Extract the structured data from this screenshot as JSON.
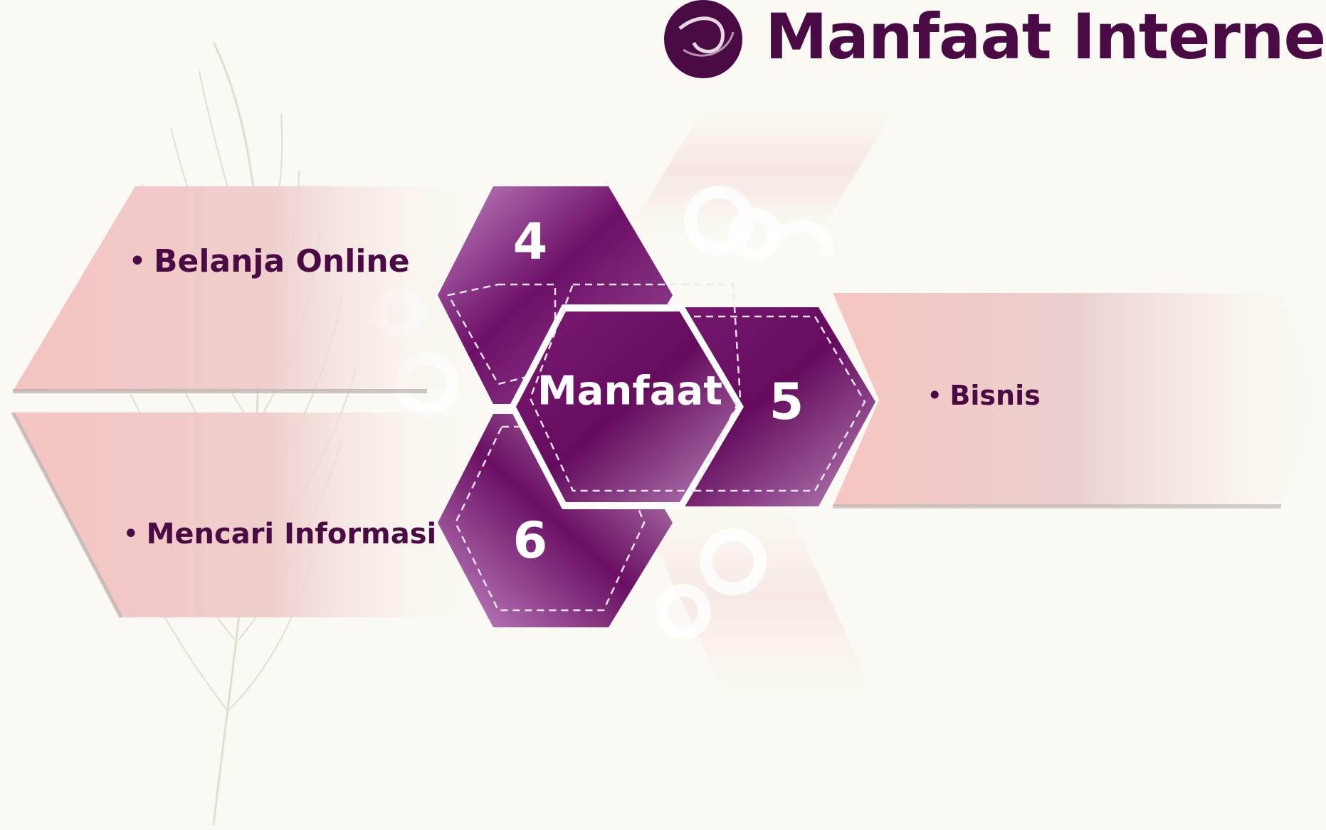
{
  "title": "Manfaat Internet",
  "diagram": {
    "center": {
      "label": "Manfaat"
    },
    "items": [
      {
        "number": "4",
        "text": "Belanja Online"
      },
      {
        "number": "5",
        "text": "Bisnis"
      },
      {
        "number": "6",
        "text": "Mencari Informasi"
      }
    ],
    "bullet": "•"
  },
  "colors": {
    "background": "#fbf9f3",
    "title": "#4a0a43",
    "hex_dark": "#6a0f63",
    "hex_light": "#b07ab4",
    "arrow_pink": "#f3c7c4"
  }
}
